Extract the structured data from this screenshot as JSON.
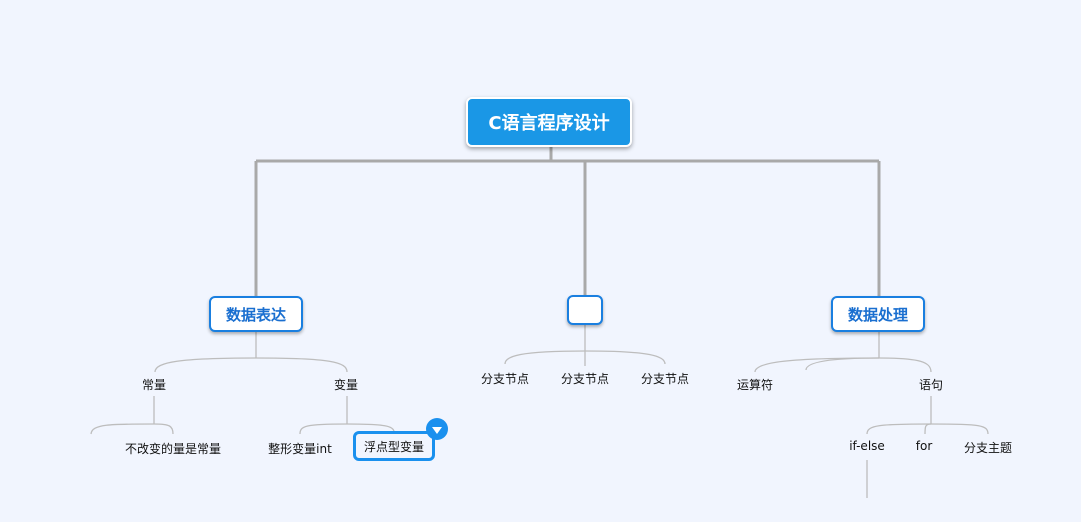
{
  "mindmap": {
    "root": {
      "label": "C语言程序设计"
    },
    "branches": [
      {
        "label": "数据表达",
        "children": [
          {
            "label": "常量",
            "children": [
              {
                "label": ""
              },
              {
                "label": "不改变的量是常量"
              }
            ]
          },
          {
            "label": "变量",
            "children": [
              {
                "label": "整形变量int"
              },
              {
                "label": "浮点型变量",
                "selected": true
              }
            ]
          }
        ]
      },
      {
        "label": "",
        "children": [
          {
            "label": "分支节点"
          },
          {
            "label": "分支节点"
          },
          {
            "label": "分支节点"
          }
        ]
      },
      {
        "label": "数据处理",
        "children": [
          {
            "label": "运算符"
          },
          {
            "label": ""
          },
          {
            "label": "语句",
            "children": [
              {
                "label": "if-else",
                "children": [
                  {
                    "label": ""
                  }
                ]
              },
              {
                "label": "for"
              },
              {
                "label": "分支主题"
              }
            ]
          }
        ]
      }
    ],
    "selection": {
      "node": "浮点型变量",
      "control": "collapse-toggle"
    }
  },
  "colors": {
    "background": "#f1f5fe",
    "root_fill": "#1a97e6",
    "main_border": "#1a7fe0",
    "main_text": "#1a6fd0",
    "selection": "#1a90ee",
    "connector_main": "#a9a9a9",
    "connector_sub": "#bdbdbd"
  }
}
